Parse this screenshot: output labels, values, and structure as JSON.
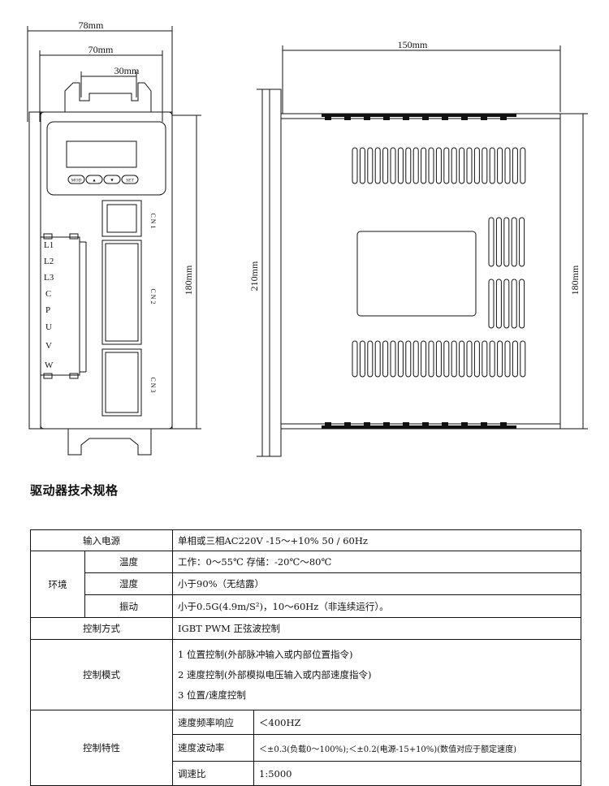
{
  "front_view": {
    "dim_outer_width": "78mm",
    "dim_inner_width": "70mm",
    "dim_mount_width": "30mm",
    "dim_height": "180mm",
    "buttons": [
      "MOD",
      "▲",
      "▼",
      "SET"
    ],
    "terminals": [
      "L1",
      "L2",
      "L3",
      "C",
      "P",
      "U",
      "V",
      "W"
    ],
    "connectors": [
      "C N 1",
      "C N 2",
      "C N 3"
    ]
  },
  "side_view": {
    "dim_depth": "150mm",
    "dim_total_height": "210mm",
    "dim_body_height": "180mm"
  },
  "section_title": "驱动器技术规格",
  "spec_table": {
    "input_power": {
      "label": "输入电源",
      "value": "单相或三相AC220V    -15～+10%  50 / 60Hz"
    },
    "environment": {
      "label": "环境",
      "temperature": {
        "label": "温度",
        "value": "工作：0～55℃ 存储：-20℃～80℃"
      },
      "humidity": {
        "label": "湿度",
        "value": "小于90%（无结露）"
      },
      "vibration": {
        "label": "振动",
        "value": "小于0.5G(4.9m/S²)，10～60Hz（非连续运行）。"
      }
    },
    "control_method": {
      "label": "控制方式",
      "value": "IGBT PWM 正弦波控制"
    },
    "control_mode": {
      "label": "控制模式",
      "lines": [
        "1 位置控制(外部脉冲输入或内部位置指令)",
        "2 速度控制(外部模拟电压输入或内部速度指令)",
        "3 位置/速度控制"
      ]
    },
    "control_characteristics": {
      "label": "控制特性",
      "speed_response": {
        "label": "速度频率响应",
        "value": "＜400HZ"
      },
      "speed_fluctuation": {
        "label": "速度波动率",
        "value": "＜±0.3(负载0～100%);＜±0.2(电源-15+10%)(数值对应于额定速度)"
      },
      "speed_ratio": {
        "label": "调速比",
        "value": "1:5000"
      }
    }
  }
}
